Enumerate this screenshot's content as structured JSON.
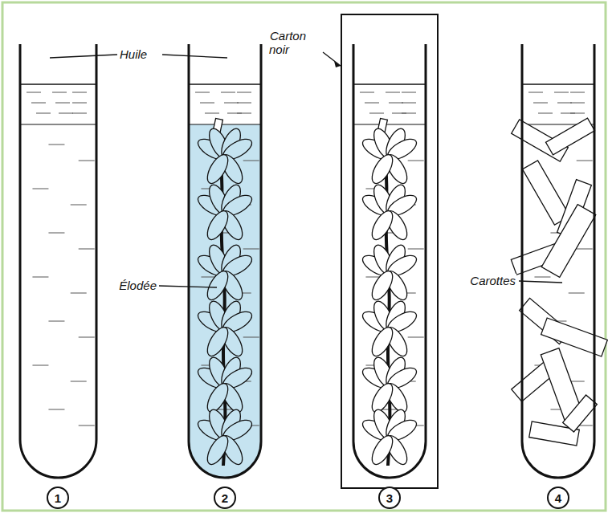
{
  "diagram": {
    "nodes": [
      {
        "text": [
          "1"
        ]
      },
      {
        "text": [
          "2"
        ]
      },
      {
        "text": [
          "3"
        ]
      },
      {
        "text": [
          "4"
        ]
      }
    ],
    "labels": [
      "Huile",
      "Carton noir",
      "Élodée",
      "Carottes"
    ]
  }
}
